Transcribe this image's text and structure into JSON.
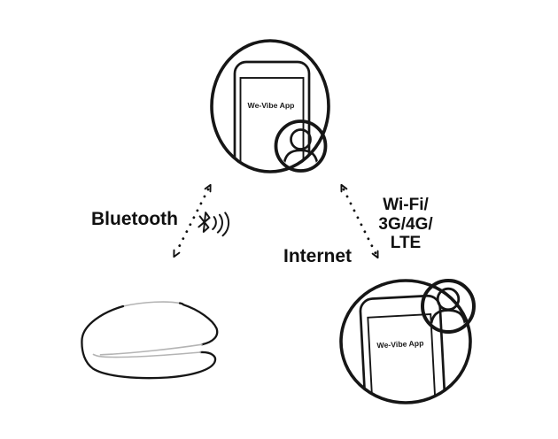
{
  "diagram": {
    "top_phone": {
      "app_label": "We-Vibe App"
    },
    "partner_phone": {
      "app_label": "We-Vibe App"
    },
    "connections": {
      "bluetooth_label": "Bluetooth",
      "internet_label": "Internet",
      "wifi_lines": [
        "Wi-Fi/",
        "3G/4G/",
        "LTE"
      ]
    },
    "colors": {
      "background": "#ffffff",
      "line": "#161616",
      "light_line": "#b4b4b4",
      "text": "#101010"
    }
  }
}
